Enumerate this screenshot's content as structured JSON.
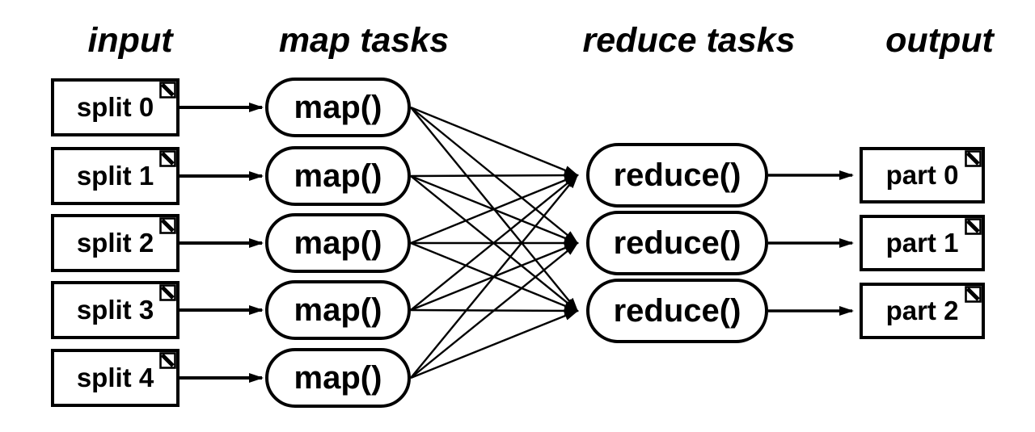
{
  "diagram": {
    "kind": "mapreduce-dataflow-diagram",
    "colors": {
      "stroke": "#000000",
      "background": "#ffffff"
    },
    "headers": {
      "input": "input",
      "map_tasks": "map tasks",
      "reduce_tasks": "reduce tasks",
      "output": "output"
    },
    "inputs": [
      "split 0",
      "split 1",
      "split 2",
      "split 3",
      "split 4"
    ],
    "maps": [
      "map()",
      "map()",
      "map()",
      "map()",
      "map()"
    ],
    "reduces": [
      "reduce()",
      "reduce()",
      "reduce()"
    ],
    "outputs": [
      "part 0",
      "part 1",
      "part 2"
    ],
    "icons": {
      "file_corner": "folded-corner-note-icon",
      "arrow": "solid-triangle-arrowhead"
    },
    "edges": {
      "input_to_map": [
        [
          0,
          0
        ],
        [
          1,
          1
        ],
        [
          2,
          2
        ],
        [
          3,
          3
        ],
        [
          4,
          4
        ]
      ],
      "map_to_reduce": [
        [
          0,
          0
        ],
        [
          0,
          1
        ],
        [
          0,
          2
        ],
        [
          1,
          0
        ],
        [
          1,
          1
        ],
        [
          1,
          2
        ],
        [
          2,
          0
        ],
        [
          2,
          1
        ],
        [
          2,
          2
        ],
        [
          3,
          0
        ],
        [
          3,
          1
        ],
        [
          3,
          2
        ],
        [
          4,
          0
        ],
        [
          4,
          1
        ],
        [
          4,
          2
        ]
      ],
      "reduce_to_output": [
        [
          0,
          0
        ],
        [
          1,
          1
        ],
        [
          2,
          2
        ]
      ]
    }
  }
}
